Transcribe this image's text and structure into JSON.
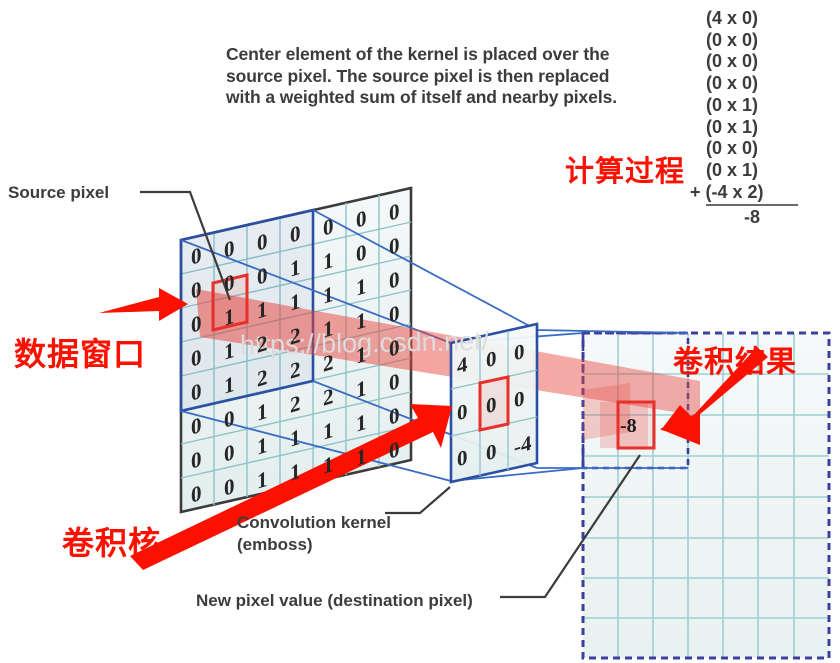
{
  "description": {
    "lines": [
      "Center element of the kernel is placed over the",
      "source pixel. The source pixel is then replaced",
      "with a weighted sum of itself and nearby pixels."
    ]
  },
  "calculation": {
    "heading_cn": "计算过程",
    "terms": [
      "(4 x 0)",
      "(0 x 0)",
      "(0 x 0)",
      "(0 x 0)",
      "(0 x 1)",
      "(0 x 1)",
      "(0 x 0)",
      "(0 x 1)"
    ],
    "last_term": "+ (-4 x 2)",
    "result": "-8"
  },
  "labels": {
    "source_pixel": "Source pixel",
    "convolution_kernel": "Convolution kernel",
    "convolution_kernel_sub": "(emboss)",
    "new_pixel_value": "New pixel value (destination pixel)"
  },
  "annotations_cn": {
    "data_window": "数据窗口",
    "conv_kernel": "卷积核",
    "conv_result": "卷积结果"
  },
  "watermark": "https://blog.csdn.net/",
  "colors": {
    "accent_red": "#fc1100",
    "highlight_red": "#e8302a",
    "window_blue": "#2b4fa2",
    "grid_teal": "#8fc3c8",
    "plane_fill": "#eef4f4",
    "text_dark": "#3c3c3c"
  },
  "source_matrix": {
    "rows": 8,
    "cols": 7,
    "values": [
      [
        0,
        0,
        0,
        0,
        0,
        0,
        0
      ],
      [
        0,
        0,
        0,
        1,
        1,
        0,
        0
      ],
      [
        0,
        1,
        1,
        1,
        1,
        1,
        0
      ],
      [
        0,
        1,
        2,
        2,
        1,
        1,
        0
      ],
      [
        0,
        1,
        2,
        2,
        2,
        1,
        0
      ],
      [
        0,
        0,
        1,
        2,
        2,
        1,
        0
      ],
      [
        0,
        0,
        1,
        1,
        1,
        1,
        0
      ],
      [
        0,
        0,
        1,
        1,
        1,
        1,
        0
      ]
    ],
    "highlighted_source_value": "1"
  },
  "kernel_matrix": {
    "name": "emboss",
    "rows": 3,
    "cols": 3,
    "values": [
      [
        4,
        0,
        0
      ],
      [
        0,
        0,
        0
      ],
      [
        0,
        0,
        -4
      ]
    ],
    "center_value": "0"
  },
  "destination_matrix": {
    "rows": 8,
    "cols": 7,
    "highlighted_value": "-8"
  }
}
